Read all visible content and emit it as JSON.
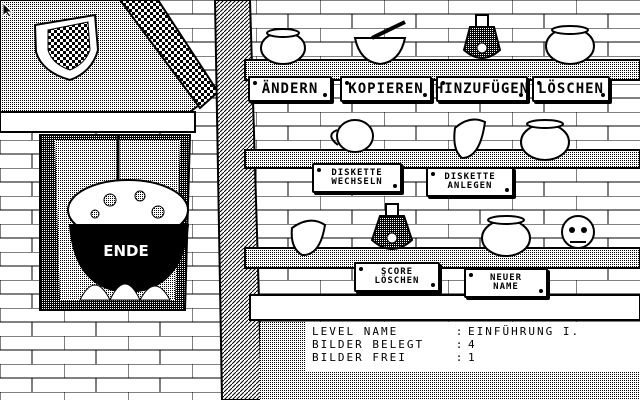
{
  "buttons": {
    "aendern": "ÄNDERN",
    "kopieren": "KOPIEREN",
    "hinzufuegen": "HINZUFÜGEN",
    "loeschen": "LÖSCHEN",
    "diskette_wechseln_1": "DISKETTE",
    "diskette_wechseln_2": "WECHSELN",
    "diskette_anlegen_1": "DISKETTE",
    "diskette_anlegen_2": "ANLEGEN",
    "score_loeschen_1": "SCORE",
    "score_loeschen_2": "LÖSCHEN",
    "neuer_name_1": "NEUER",
    "neuer_name_2": "NAME",
    "ende": "ENDE"
  },
  "status": {
    "level_name_label": "LEVEL NAME",
    "level_name_value": "EINFÜHRUNG I.",
    "bilder_belegt_label": "BILDER BELEGT",
    "bilder_belegt_value": "4",
    "bilder_frei_label": "BILDER FREI",
    "bilder_frei_value": "1",
    "separator": ":"
  },
  "icons": [
    "shield-icon",
    "cauldron-icon",
    "jug-icon",
    "mortar-icon",
    "potion-bottle-icon",
    "pot-icon",
    "pitcher-icon",
    "skull-icon",
    "mouse-cursor-icon"
  ]
}
